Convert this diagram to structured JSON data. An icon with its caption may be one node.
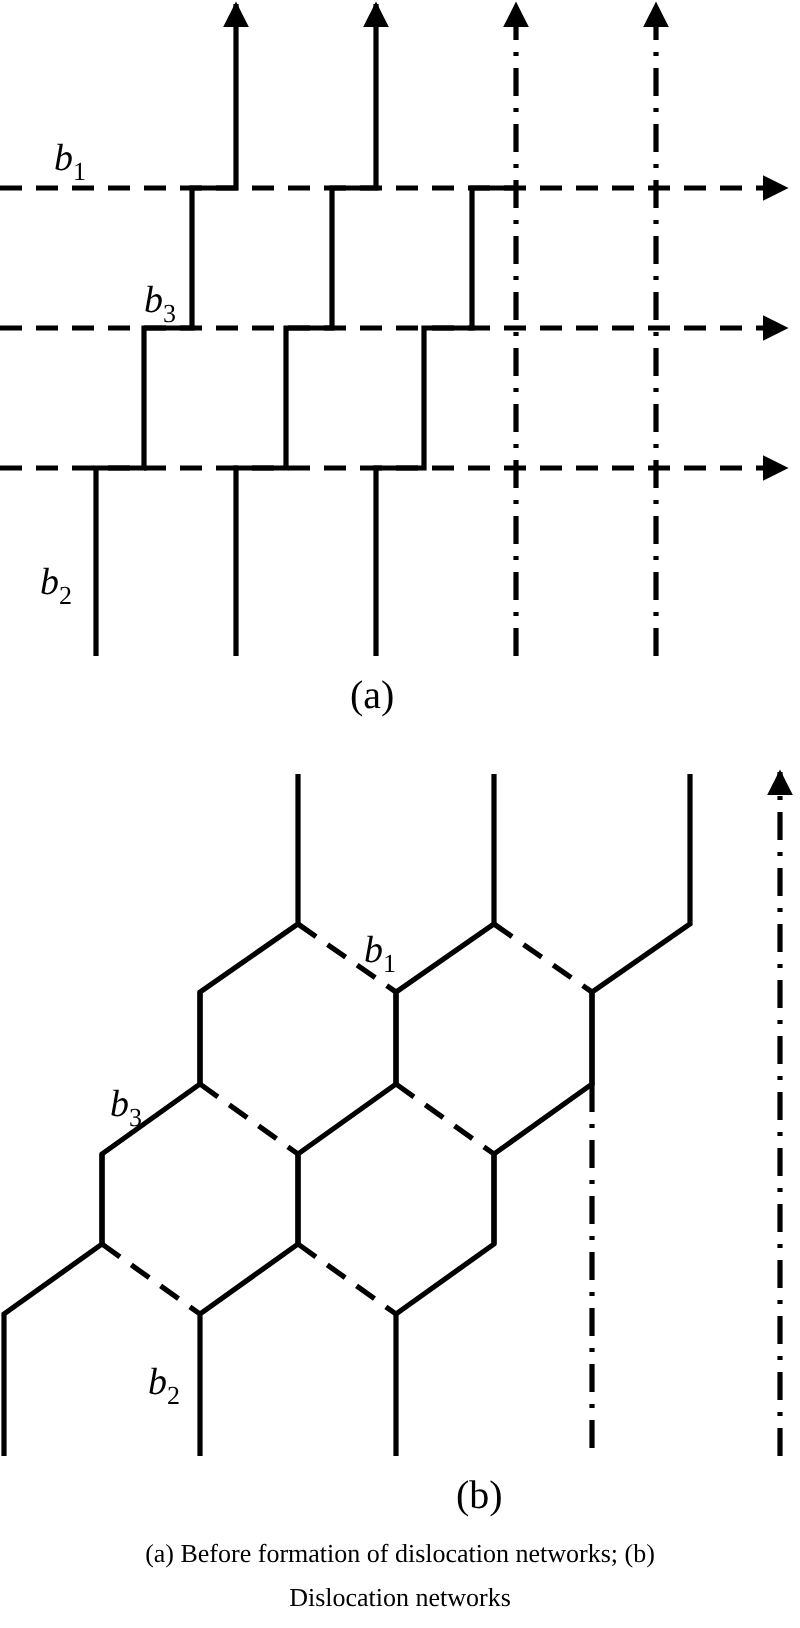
{
  "diagram": {
    "caption": "(a) Before formation of dislocation networks; (b) Dislocation networks",
    "labels": [
      "*b*$_{1}$",
      "*b*$_{3}$",
      "*b*$_{2}$",
      "(a)",
      "*b*$_{1}$",
      "*b*$_{3}$",
      "*b*$_{2}$",
      "(b)"
    ]
  }
}
